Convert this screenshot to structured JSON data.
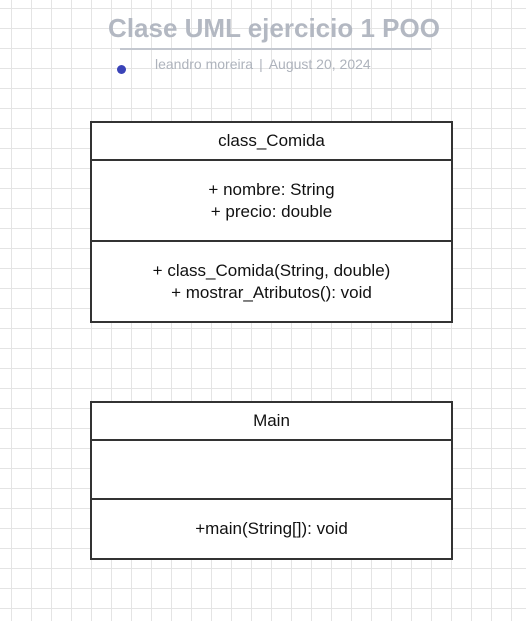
{
  "header": {
    "title": "Clase UML ejercicio 1 POO",
    "author": "leandro moreira",
    "separator": "|",
    "date": "August 20, 2024"
  },
  "classes": [
    {
      "name": "class_Comida",
      "attributes": [
        "+ nombre: String",
        "+ precio: double"
      ],
      "operations": [
        "+ class_Comida(String, double)",
        "+ mostrar_Atributos(): void"
      ]
    },
    {
      "name": "Main",
      "attributes": [],
      "operations": [
        "+main(String[]): void"
      ]
    }
  ],
  "colors": {
    "title": "#b3b8c2",
    "author_dot": "#3a43b8",
    "box_border": "#333333"
  }
}
